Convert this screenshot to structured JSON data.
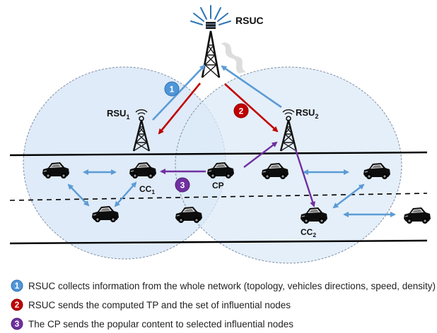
{
  "labels": {
    "rsuc": "RSUC",
    "rsu1": "RSU",
    "rsu1_sub": "1",
    "rsu2": "RSU",
    "rsu2_sub": "2",
    "cc1": "CC",
    "cc1_sub": "1",
    "cc2": "CC",
    "cc2_sub": "2",
    "cp": "CP"
  },
  "badges": {
    "one": "1",
    "two": "2",
    "three": "3"
  },
  "legend": [
    {
      "num": "1",
      "text": "RSUC collects information from the whole network (topology, vehicles directions, speed, density)"
    },
    {
      "num": "2",
      "text": "RSUC sends the computed TP and the set of influential nodes"
    },
    {
      "num": "3",
      "text": "The CP sends the popular content to selected influential nodes"
    }
  ],
  "colors": {
    "step1": "#5b9bd5",
    "step2": "#c00000",
    "step3": "#7030a0",
    "coverage_fill": "#dce9f7",
    "coverage_stroke": "#7f8fa6"
  }
}
